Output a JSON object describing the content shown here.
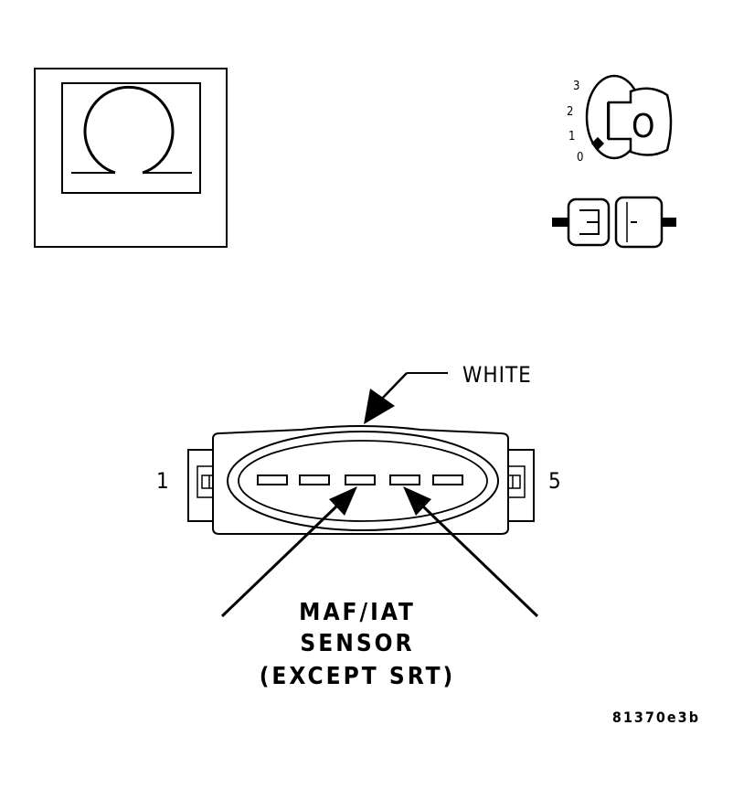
{
  "ohmmeter_icon": {
    "symbol": "ohm-symbol"
  },
  "ignition_key_icon": {
    "positions": [
      "3",
      "2",
      "1",
      "0"
    ],
    "key_label": "O"
  },
  "connector_disconnect_icon": {
    "name": "connector-disconnect"
  },
  "connector": {
    "color_label": "WHITE",
    "pin_left_label": "1",
    "pin_right_label": "5",
    "pin_count": 5,
    "highlighted_pins": [
      3,
      4
    ]
  },
  "component_label": {
    "line1": "MAF/IAT",
    "line2": "SENSOR",
    "line3": "(EXCEPT SRT)"
  },
  "figure_id": "81370e3b",
  "colors": {
    "line": "#000000",
    "background": "#ffffff"
  }
}
